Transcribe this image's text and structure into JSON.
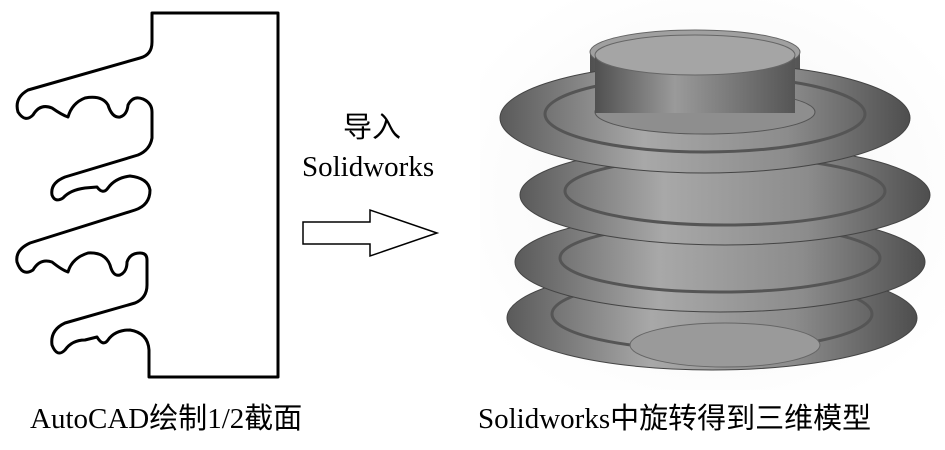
{
  "middle": {
    "line1": "导入",
    "line2": "Solidworks"
  },
  "captions": {
    "left": "AutoCAD绘制1/2截面",
    "right": "Solidworks中旋转得到三维模型"
  },
  "colors": {
    "outline": "#000000",
    "model": "#8a8a8a",
    "background": "#ffffff"
  }
}
